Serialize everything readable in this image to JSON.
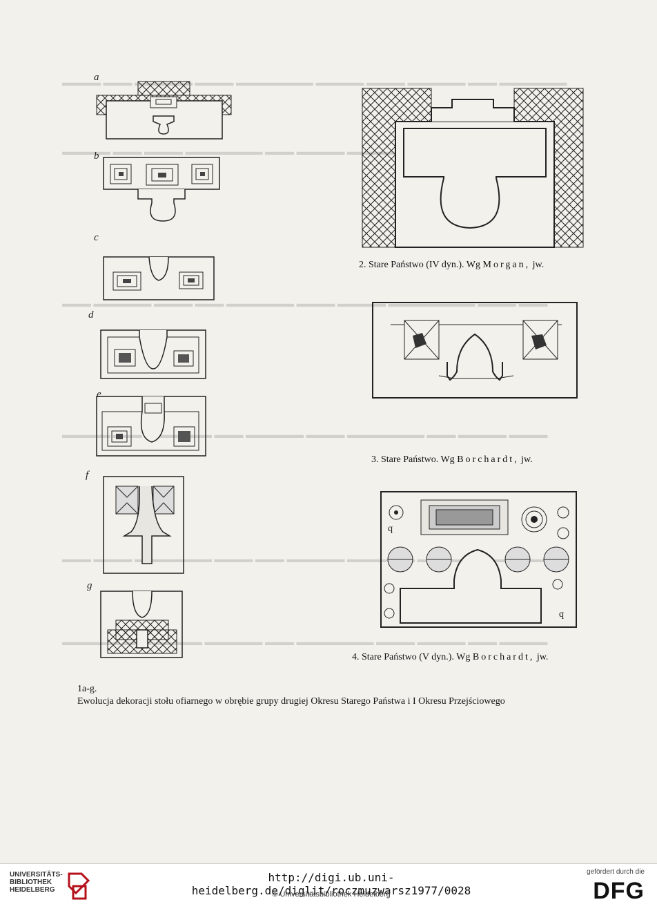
{
  "figures": {
    "left_labels": [
      "a",
      "b",
      "c",
      "d",
      "e",
      "f",
      "g"
    ],
    "caption_2_start": "2. Stare Państwo (IV dyn.). Wg",
    "caption_2_author": "Morgan,",
    "caption_2_end": "jw.",
    "caption_3_start": "3. Stare Państwo.  Wg",
    "caption_3_author": "Borchardt,",
    "caption_3_end": "jw.",
    "caption_4_start": "4. Stare Państwo (V dyn.). Wg",
    "caption_4_author": "Borchardt,",
    "caption_4_end": "jw.",
    "caption_1_label": "1a-g.",
    "caption_1_text": "Ewolucja dekoracji stołu ofiarnego w obrębie grupy drugiej Okresu Starego Państwa i I Okresu Przejściowego"
  },
  "footer": {
    "library_line1": "UNIVERSITÄTS-",
    "library_line2": "BIBLIOTHEK",
    "library_line3": "HEIDELBERG",
    "url": "http://digi.ub.uni-heidelberg.de/diglit/roczmuzwarsz1977/0028",
    "copyright": "© Universitätsbibliothek Heidelberg",
    "funder_label": "gefördert durch die",
    "funder_logo": "DFG",
    "accent_color": "#b5121b"
  }
}
